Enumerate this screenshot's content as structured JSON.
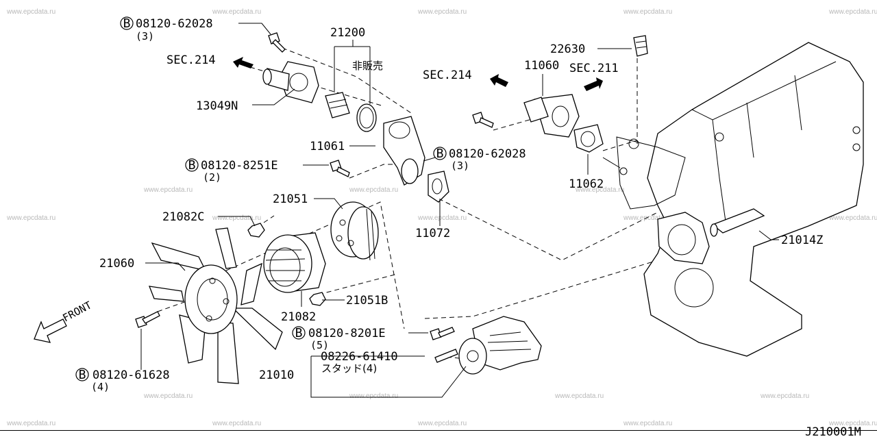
{
  "watermark": "www.epcdata.ru",
  "diagram_code": "J210001M",
  "front_label": "FRONT",
  "bolt_marker": "B",
  "labels": {
    "bolt_62028_top": "08120-62028",
    "bolt_62028_top_qty": "(3)",
    "thermostat": "21200",
    "not_for_sale": "非販売",
    "sec214_left": "SEC.214",
    "inlet_13049n": "13049N",
    "outlet_11060": "11060",
    "sec214_right": "SEC.214",
    "sec211": "SEC.211",
    "sensor_22630": "22630",
    "housing_11061": "11061",
    "bolt_62028_mid": "08120-62028",
    "bolt_62028_mid_qty": "(3)",
    "bolt_8251e": "08120-8251E",
    "bolt_8251e_qty": "(2)",
    "gasket_11062": "11062",
    "pulley_21051": "21051",
    "nut_21082c": "21082C",
    "gasket_11072": "11072",
    "hose_21014z": "21014Z",
    "fan_21060": "21060",
    "nut_21051b": "21051B",
    "coupling_21082": "21082",
    "bolt_8201e": "08120-8201E",
    "bolt_8201e_qty": "(5)",
    "stud_61410": "08226-61410",
    "stud_61410_desc": "スタッド(4)",
    "pump_21010": "21010",
    "bolt_61628": "08120-61628",
    "bolt_61628_qty": "(4)"
  }
}
